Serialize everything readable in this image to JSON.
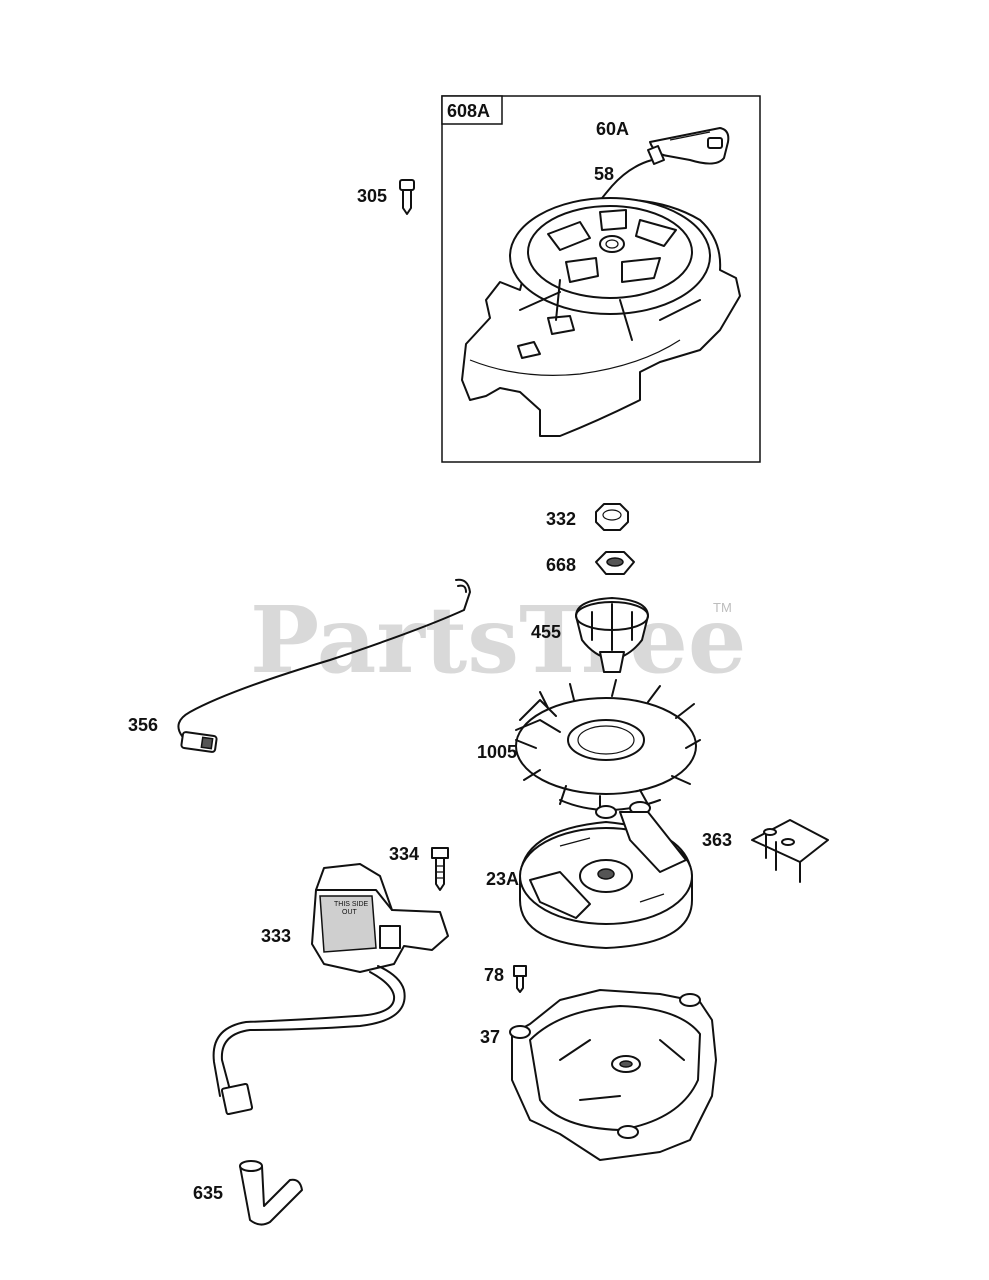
{
  "watermark": {
    "text": "PartsTree",
    "trademark": "TM"
  },
  "callouts": {
    "p608A": "608A",
    "p60A": "60A",
    "p58": "58",
    "p305": "305",
    "p332": "332",
    "p668": "668",
    "p455": "455",
    "p356": "356",
    "p1005": "1005",
    "p334": "334",
    "p363": "363",
    "p23A": "23A",
    "p333": "333",
    "p78": "78",
    "p37": "37",
    "p635": "635"
  },
  "part_markings": {
    "coil_line1": "THIS SIDE",
    "coil_line2": "OUT"
  }
}
